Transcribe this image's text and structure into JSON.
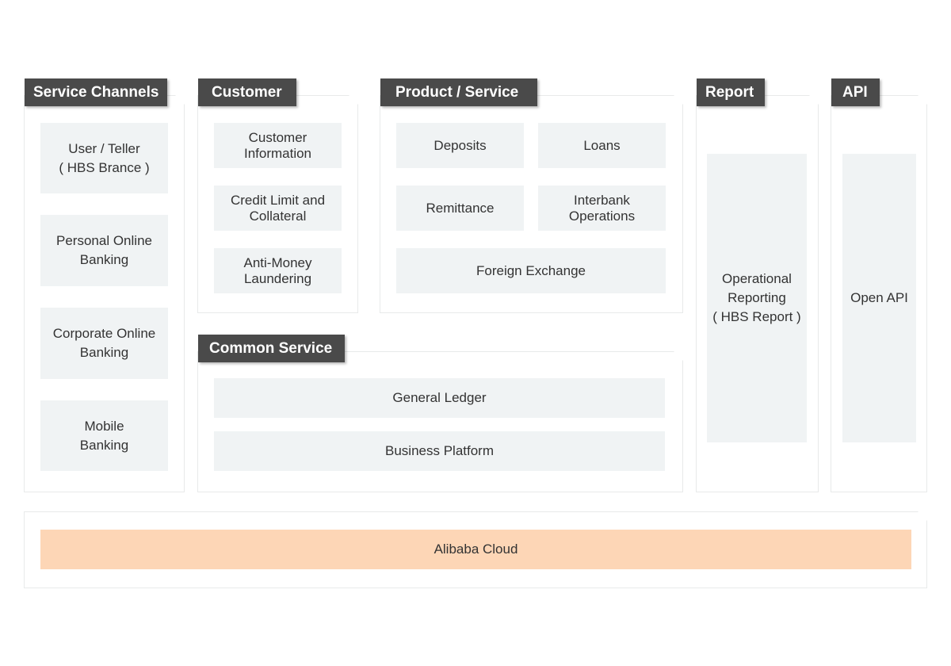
{
  "service_channels": {
    "title": "Service Channels",
    "items": [
      "User / Teller\n( HBS Brance )",
      "Personal Online\nBanking",
      "Corporate Online\nBanking",
      "Mobile\nBanking"
    ]
  },
  "customer": {
    "title": "Customer",
    "items": [
      "Customer\nInformation",
      "Credit Limit and\nCollateral",
      "Anti-Money\nLaundering"
    ]
  },
  "product_service": {
    "title": "Product / Service",
    "items": [
      "Deposits",
      "Loans",
      "Remittance",
      "Interbank\nOperations",
      "Foreign Exchange"
    ]
  },
  "report": {
    "title": "Report",
    "items": [
      "Operational\nReporting\n( HBS Report )"
    ]
  },
  "api": {
    "title": "API",
    "items": [
      "Open API"
    ]
  },
  "common_service": {
    "title": "Common Service",
    "items": [
      "General Ledger",
      "Business Platform"
    ]
  },
  "infrastructure": {
    "items": [
      "Alibaba Cloud"
    ]
  },
  "colors": {
    "tab_bg": "#4a4a4a",
    "box_bg": "#f0f3f4",
    "cloud_bg": "#fdd6b6",
    "panel_border": "#e8eaea"
  }
}
